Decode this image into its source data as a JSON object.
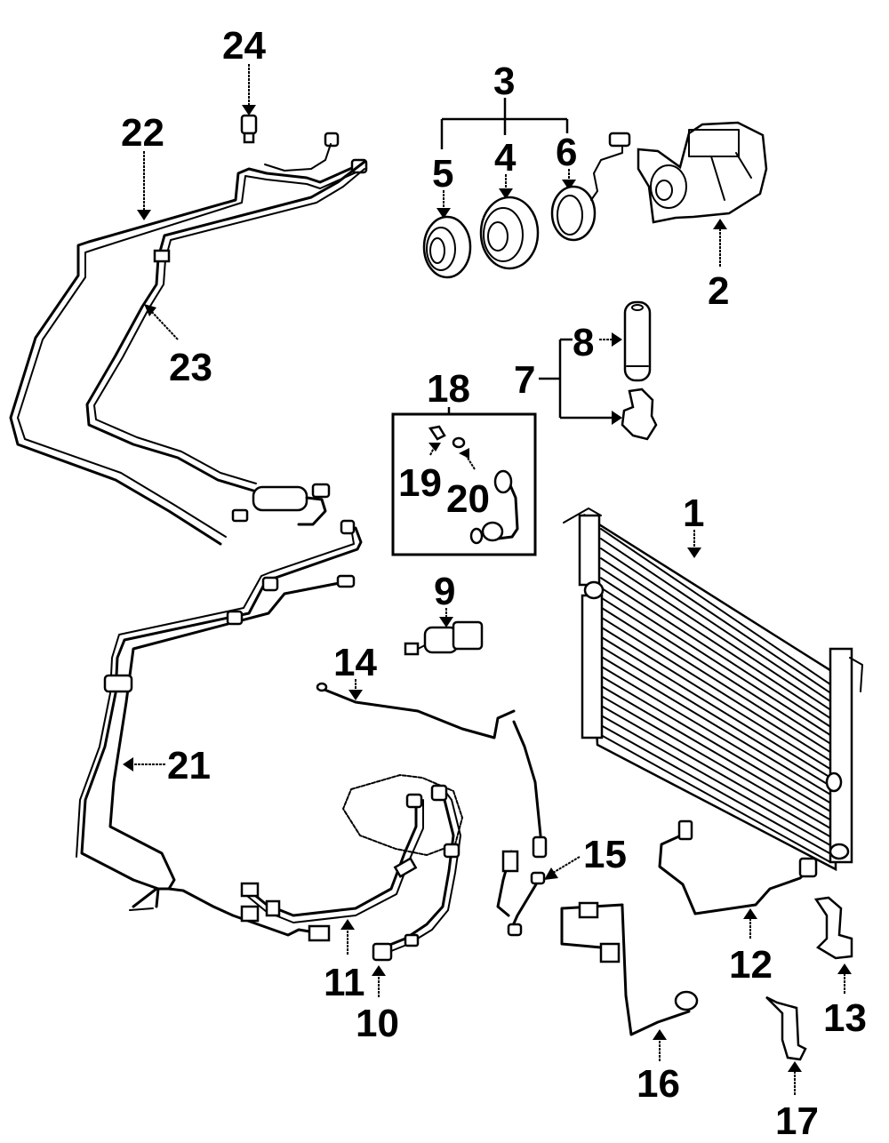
{
  "diagram": {
    "title": "A/C Condenser, Compressor & Lines — Exploded Parts View",
    "background": "#ffffff",
    "ink": "#000000",
    "callouts": {
      "c1": "1",
      "c2": "2",
      "c3": "3",
      "c4": "4",
      "c5": "5",
      "c6": "6",
      "c7": "7",
      "c8": "8",
      "c9": "9",
      "c10": "10",
      "c11": "11",
      "c12": "12",
      "c13": "13",
      "c14": "14",
      "c15": "15",
      "c16": "16",
      "c17": "17",
      "c18": "18",
      "c19": "19",
      "c20": "20",
      "c21": "21",
      "c22": "22",
      "c23": "23",
      "c24": "24"
    },
    "parts": [
      {
        "id": "1",
        "name": "condenser"
      },
      {
        "id": "2",
        "name": "compressor"
      },
      {
        "id": "3",
        "name": "clutch-assembly"
      },
      {
        "id": "4",
        "name": "pulley"
      },
      {
        "id": "5",
        "name": "clutch-hub"
      },
      {
        "id": "6",
        "name": "clutch-coil"
      },
      {
        "id": "7",
        "name": "receiver-drier-assembly"
      },
      {
        "id": "8",
        "name": "receiver-drier"
      },
      {
        "id": "9",
        "name": "expansion-valve"
      },
      {
        "id": "10",
        "name": "suction-hose"
      },
      {
        "id": "11",
        "name": "discharge-hose"
      },
      {
        "id": "12",
        "name": "condenser-line"
      },
      {
        "id": "13",
        "name": "bracket"
      },
      {
        "id": "14",
        "name": "liquid-line"
      },
      {
        "id": "15",
        "name": "liquid-line"
      },
      {
        "id": "16",
        "name": "liquid-line"
      },
      {
        "id": "17",
        "name": "bracket"
      },
      {
        "id": "18",
        "name": "repair-kit"
      },
      {
        "id": "19",
        "name": "valve-core"
      },
      {
        "id": "20",
        "name": "o-ring"
      },
      {
        "id": "21",
        "name": "rear-lines"
      },
      {
        "id": "22",
        "name": "liquid-line"
      },
      {
        "id": "23",
        "name": "suction-line"
      },
      {
        "id": "24",
        "name": "pressure-switch"
      }
    ]
  }
}
